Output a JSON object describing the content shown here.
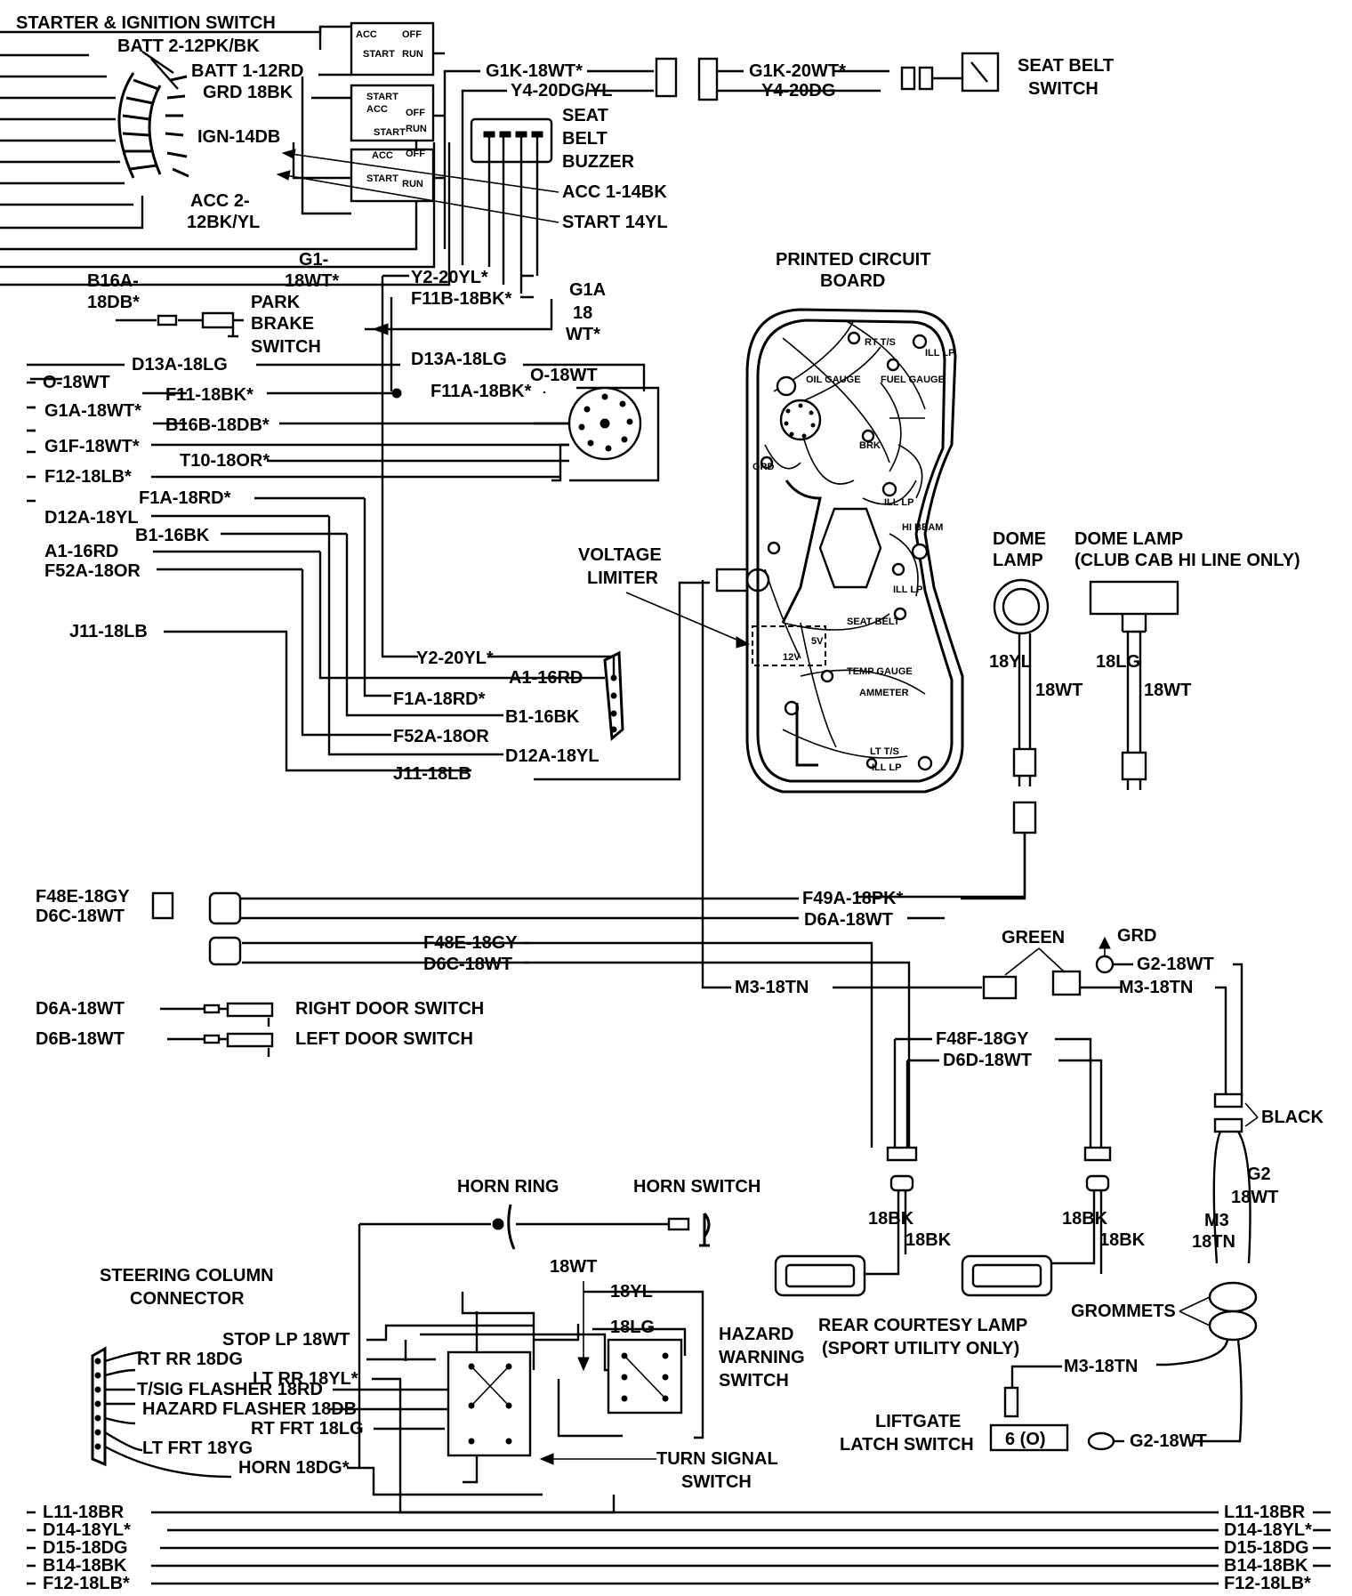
{
  "colors": {
    "ink": "#000000",
    "paper": "#ffffff"
  },
  "headings": {
    "starter": "STARTER & IGNITION SWITCH",
    "seat_belt_switch_1": "SEAT BELT",
    "seat_belt_switch_2": "SWITCH",
    "buzzer_1": "SEAT",
    "buzzer_2": "BELT",
    "buzzer_3": "BUZZER",
    "pcb_1": "PRINTED CIRCUIT",
    "pcb_2": "BOARD",
    "park_1": "PARK",
    "park_2": "BRAKE",
    "park_3": "SWITCH",
    "voltage_1": "VOLTAGE",
    "voltage_2": "LIMITER",
    "dome_1": "DOME",
    "dome_2": "LAMP",
    "dome_club_1": "DOME LAMP",
    "dome_club_2": "(CLUB CAB HI LINE ONLY)",
    "horn_ring": "HORN RING",
    "horn_switch": "HORN SWITCH",
    "steering_1": "STEERING COLUMN",
    "steering_2": "CONNECTOR",
    "hazard_1": "HAZARD",
    "hazard_2": "WARNING",
    "hazard_3": "SWITCH",
    "turn_1": "TURN SIGNAL",
    "turn_2": "SWITCH",
    "rear_lamp_1": "REAR COURTESY LAMP",
    "rear_lamp_2": "(SPORT UTILITY ONLY)",
    "grommets": "GROMMETS",
    "liftgate_1": "LIFTGATE",
    "liftgate_2": "LATCH SWITCH",
    "right_door": "RIGHT DOOR SWITCH",
    "left_door": "LEFT DOOR SWITCH",
    "green": "GREEN",
    "grd": "GRD",
    "black": "BLACK"
  },
  "ign_labels": {
    "batt2": "BATT 2-12PK/BK",
    "batt1": "BATT 1-12RD",
    "grd": "GRD 18BK",
    "ign": "IGN-14DB",
    "acc2a": "ACC 2-",
    "acc2b": "12BK/YL",
    "acc1": "ACC 1-14BK",
    "start": "START 14YL",
    "g1a": "G1-",
    "g1b": "18WT*",
    "b16a": "B16A-",
    "b16b": "18DB*",
    "g1k18": "G1K-18WT*",
    "y4_20dgyl": "Y4-20DG/YL",
    "g1k20": "G1K-20WT*",
    "y4_20dg": "Y4-20DG",
    "y2a": "Y2-20YL*",
    "f11b": "F11B-18BK*",
    "g1a_1": "G1A",
    "g1a_2": "18",
    "g1a_3": "WT*"
  },
  "switch_glyphs": [
    "ACC",
    "OFF",
    "START",
    "RUN"
  ],
  "left_wires": [
    "D13A-18LG",
    "O-18WT",
    "F11-18BK*",
    "G1A-18WT*",
    "B16B-18DB*",
    "G1F-18WT*",
    "T10-18OR*",
    "F12-18LB*",
    "F1A-18RD*",
    "D12A-18YL",
    "B1-16BK",
    "A1-16RD",
    "F52A-18OR",
    "J11-18LB"
  ],
  "mid_wires": {
    "d13a": "D13A-18LG",
    "o18": "O-18WT",
    "f11a": "F11A-18BK*",
    "y2b": "Y2-20YL*",
    "a1": "A1-16RD",
    "f1a": "F1A-18RD*",
    "b1": "B1-16BK",
    "f52a": "F52A-18OR",
    "d12a": "D12A-18YL",
    "j11": "J11-18LB"
  },
  "pcb_labels": {
    "rt": "RT T/S",
    "ill1": "ILL LP",
    "oil": "OIL GAUGE",
    "fuel": "FUEL GAUGE",
    "brk": "BRK",
    "grd": "GRD",
    "ill2": "ILL LP",
    "hi": "HI BEAM",
    "ill3": "ILL LP",
    "seat": "SEAT BELT",
    "temp": "TEMP GAUGE",
    "amm": "AMMETER",
    "lt": "LT T/S",
    "ill4": "ILL LP",
    "v12": "12V",
    "v5": "5V"
  },
  "lower_wires": {
    "f48e_l": "F48E-18GY",
    "d6c_l": "D6C-18WT",
    "f49a": "F49A-18PK*",
    "d6a_r": "D6A-18WT",
    "f48e_m": "F48E-18GY",
    "d6c_m": "D6C-18WT",
    "m3_mid": "M3-18TN",
    "g2_top": "G2-18WT",
    "m3_right": "M3-18TN",
    "d6a_door": "D6A-18WT",
    "d6b_door": "D6B-18WT",
    "f48f": "F48F-18GY",
    "d6d": "D6D-18WT",
    "bk1": "18BK",
    "bk2": "18BK",
    "bk3": "18BK",
    "bk4": "18BK",
    "g2_1": "G2",
    "g2_2": "18WT",
    "m3_1": "M3",
    "m3_2": "18TN",
    "m3_bottom": "M3-18TN",
    "g2_bottom": "G2-18WT",
    "dome_yl": "18YL",
    "dome_wt": "18WT",
    "club_lg": "18LG",
    "club_wt": "18WT",
    "latch_glyph": "6 (O)"
  },
  "steering": {
    "stop": "STOP LP 18WT",
    "rtrr": "RT RR 18DG",
    "ltrr": "LT RR 18YL*",
    "tsig": "T/SIG FLASHER 18RD",
    "haz": "HAZARD FLASHER 18DB",
    "rtfrt": "RT FRT 18LG",
    "ltfrt": "LT FRT 18YG",
    "horn": "HORN 18DG*",
    "w18wt": "18WT",
    "w18yl": "18YL",
    "w18lg": "18LG"
  },
  "bottom_wires": [
    "L11-18BR",
    "D14-18YL*",
    "D15-18DG",
    "B14-18BK",
    "F12-18LB*"
  ]
}
